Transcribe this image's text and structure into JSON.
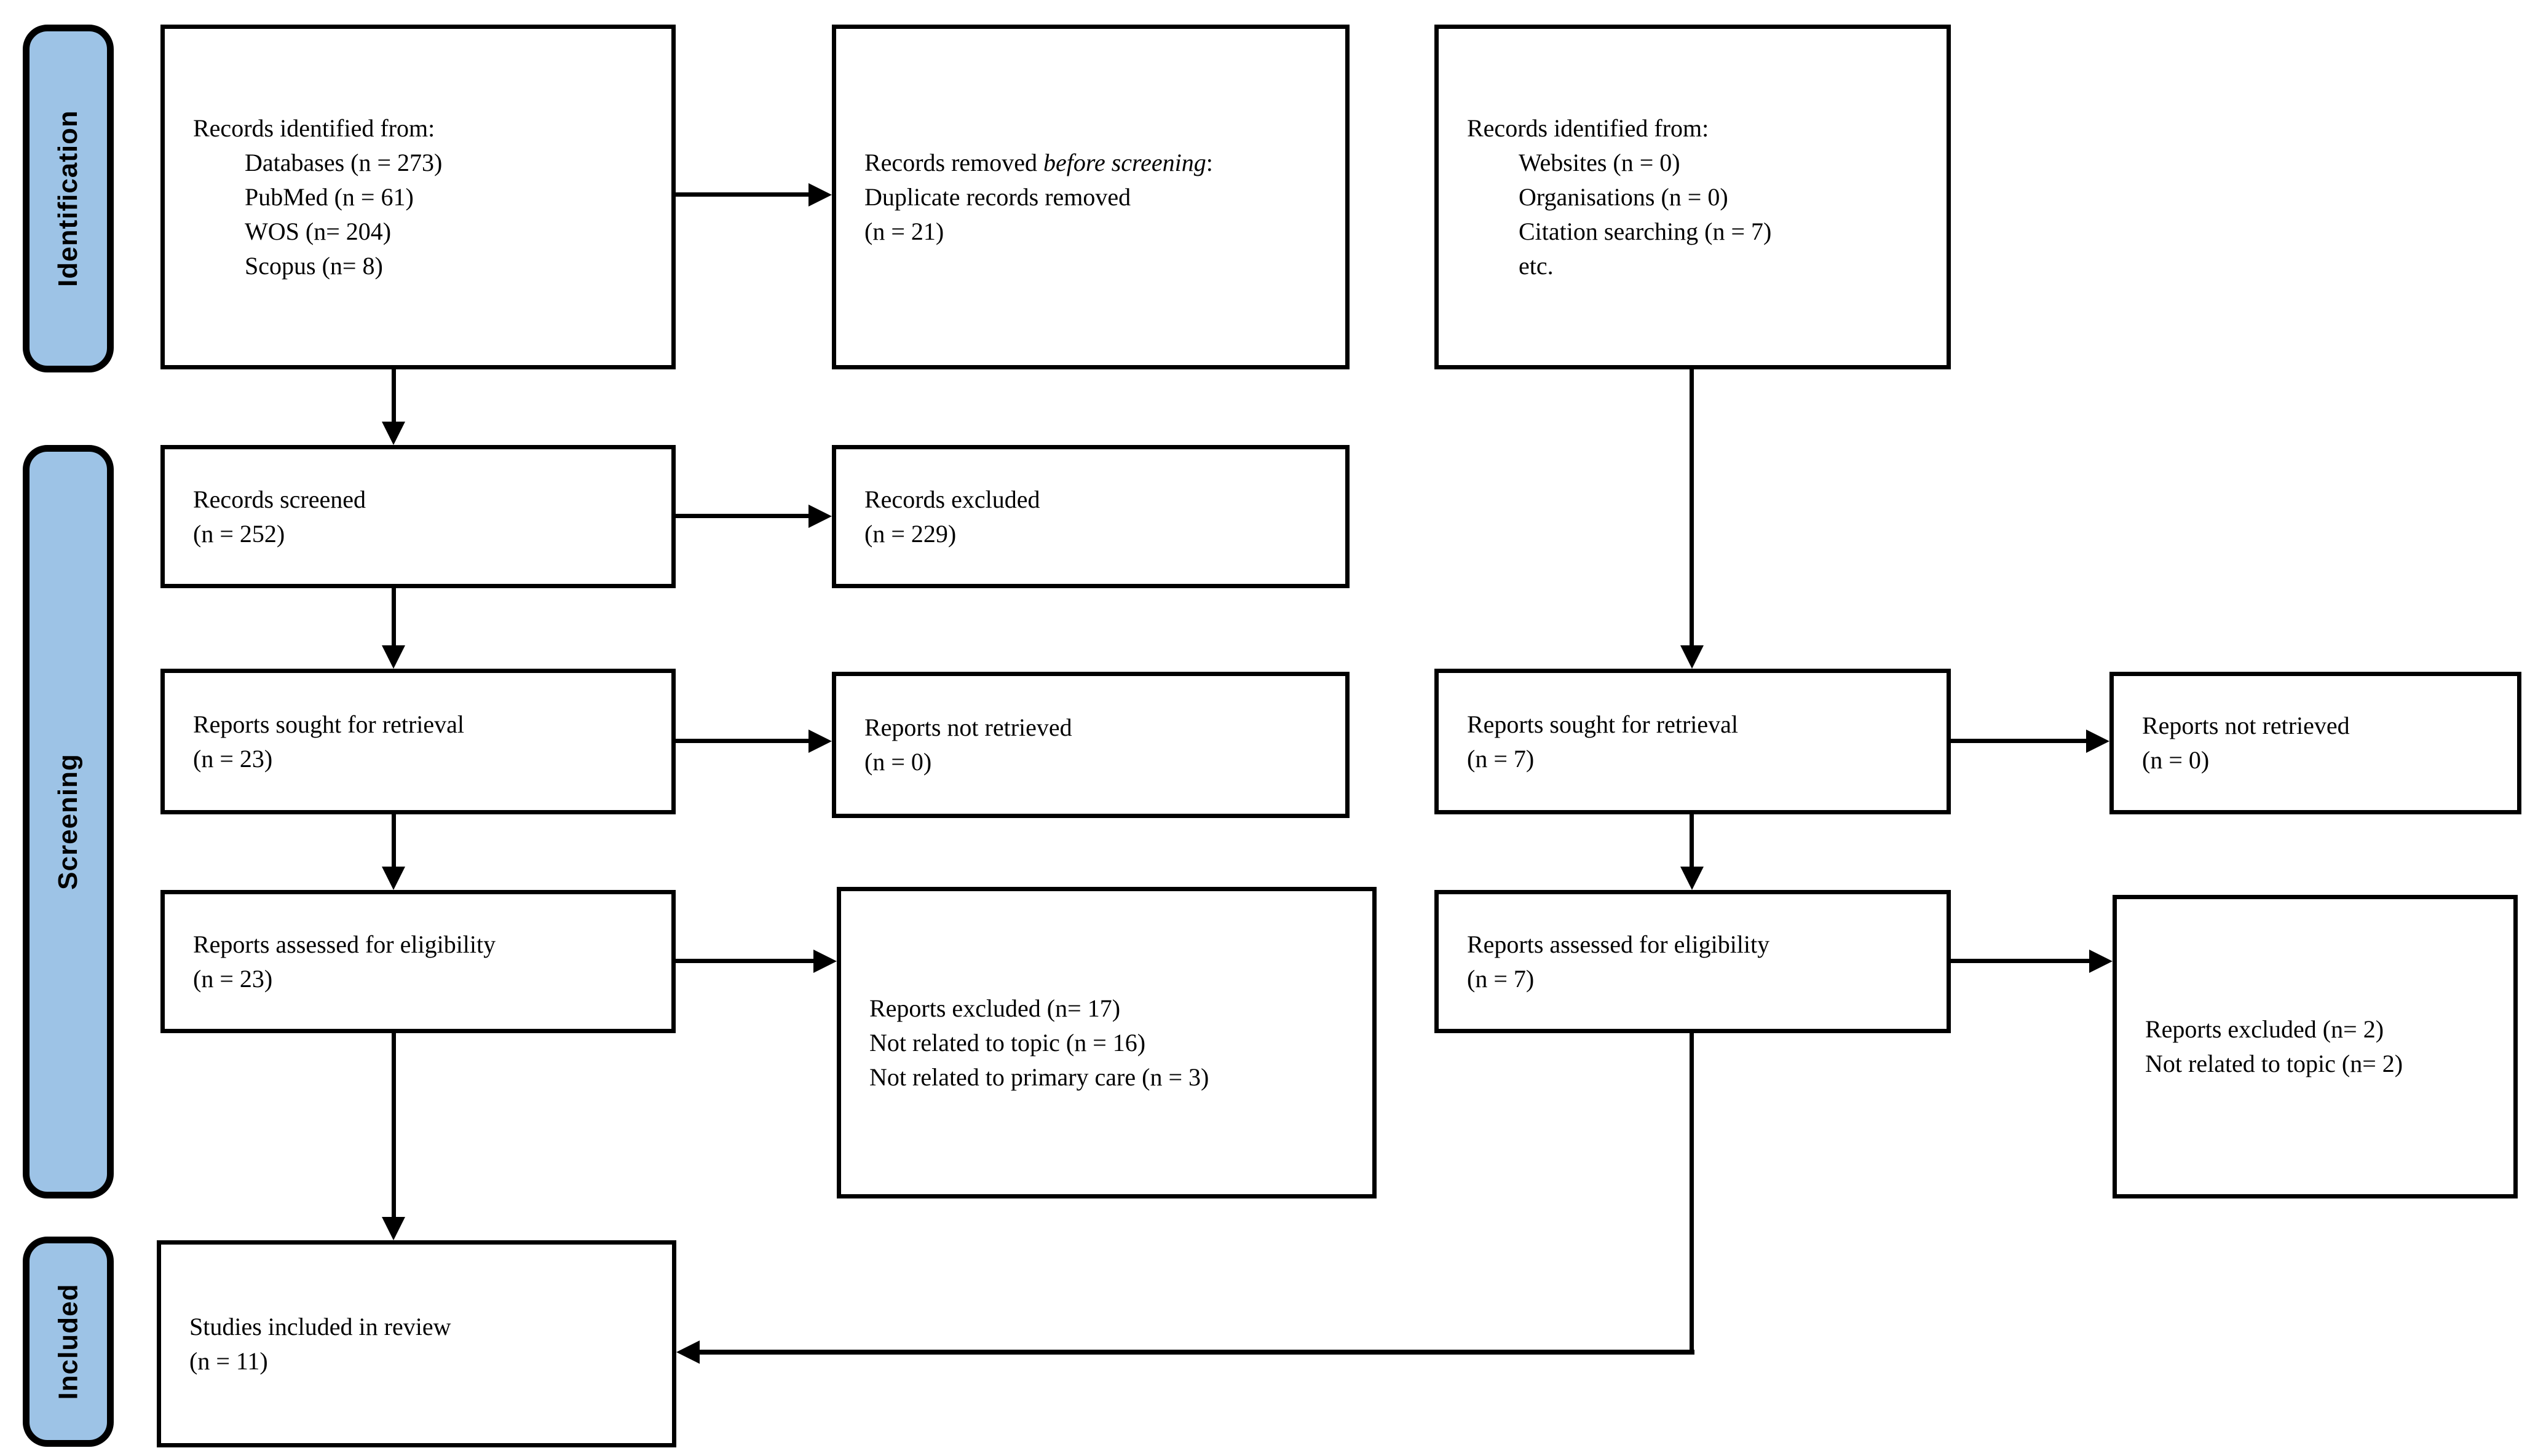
{
  "colors": {
    "stage_fill": "#9DC3E6",
    "stage_border": "#000000",
    "box_border": "#000000",
    "box_background": "#FFFFFF",
    "arrow_color": "#000000",
    "page_background": "#FFFFFF"
  },
  "stages": [
    {
      "id": "identification",
      "label": "Identification"
    },
    {
      "id": "screening",
      "label": "Screening"
    },
    {
      "id": "included",
      "label": "Included"
    }
  ],
  "boxes": {
    "records_identified_databases": {
      "lines": [
        {
          "text": "Records identified from:"
        },
        {
          "text": "Databases (n = 273)",
          "indent": true
        },
        {
          "text": "PubMed (n = 61)",
          "indent": true
        },
        {
          "text": "WOS (n= 204)",
          "indent": true
        },
        {
          "text": "Scopus (n= 8)",
          "indent": true
        }
      ]
    },
    "records_removed_before_screening": {
      "lines": [
        {
          "prefix": "Records removed ",
          "italic": "before screening",
          "suffix": ":"
        },
        {
          "text": "Duplicate records removed"
        },
        {
          "text": "(n = 21)"
        }
      ]
    },
    "records_identified_other": {
      "lines": [
        {
          "text": "Records identified from:"
        },
        {
          "text": "Websites (n = 0)",
          "indent": true
        },
        {
          "text": "Organisations (n = 0)",
          "indent": true
        },
        {
          "text": "Citation searching (n = 7)",
          "indent": true
        },
        {
          "text": "etc.",
          "indent": true
        }
      ]
    },
    "records_screened": {
      "lines": [
        {
          "text": "Records screened"
        },
        {
          "text": "(n = 252)"
        }
      ]
    },
    "records_excluded": {
      "lines": [
        {
          "text": "Records excluded"
        },
        {
          "text": "(n = 229)"
        }
      ]
    },
    "reports_sought_databases": {
      "lines": [
        {
          "text": "Reports sought for retrieval"
        },
        {
          "text": "(n = 23)"
        }
      ]
    },
    "reports_not_retrieved_databases": {
      "lines": [
        {
          "text": "Reports not retrieved"
        },
        {
          "text": "(n = 0)"
        }
      ]
    },
    "reports_sought_other": {
      "lines": [
        {
          "text": "Reports sought for retrieval"
        },
        {
          "text": "(n = 7)"
        }
      ]
    },
    "reports_not_retrieved_other": {
      "lines": [
        {
          "text": "Reports not retrieved"
        },
        {
          "text": "(n = 0)"
        }
      ]
    },
    "reports_assessed_databases": {
      "lines": [
        {
          "text": "Reports assessed for eligibility"
        },
        {
          "text": "(n = 23)"
        }
      ]
    },
    "reports_excluded_databases": {
      "lines": [
        {
          "text": "Reports excluded (n= 17)"
        },
        {
          "text": "Not related to topic (n = 16)"
        },
        {
          "text": "Not related to primary care (n = 3)"
        }
      ]
    },
    "reports_assessed_other": {
      "lines": [
        {
          "text": "Reports assessed for eligibility"
        },
        {
          "text": "(n = 7)"
        }
      ]
    },
    "reports_excluded_other": {
      "lines": [
        {
          "text": "Reports excluded (n= 2)"
        },
        {
          "text": "Not related to topic (n= 2)"
        }
      ]
    },
    "studies_included": {
      "lines": [
        {
          "text": "Studies included in review"
        },
        {
          "text": "(n = 11)"
        }
      ]
    }
  }
}
